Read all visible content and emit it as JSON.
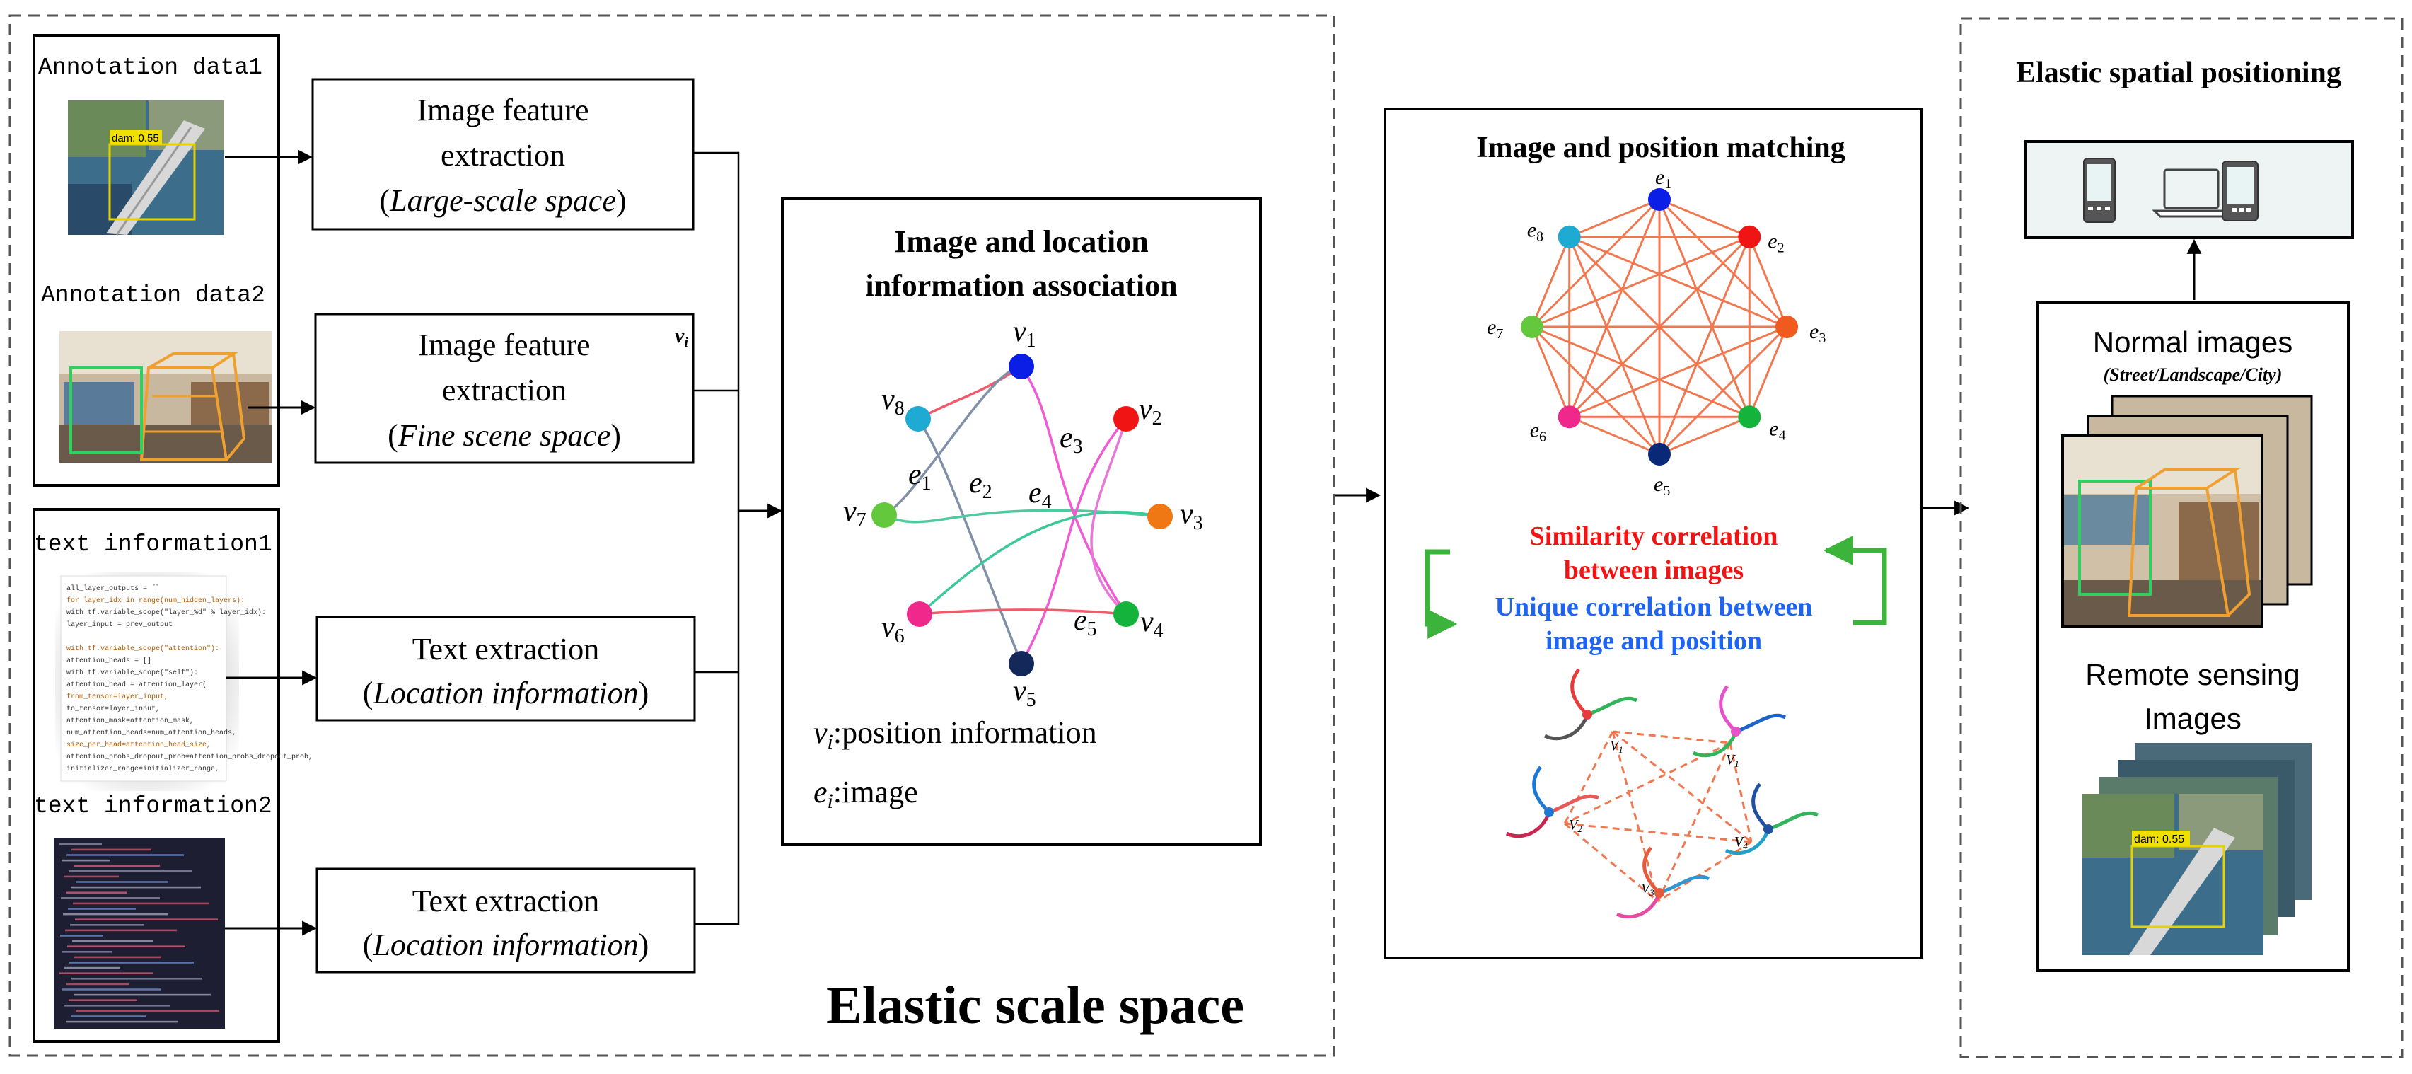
{
  "left_panel": {
    "annotation1": {
      "title": "Annotation data1",
      "badge": "dam: 0.55"
    },
    "annotation2": {
      "title": "Annotation data2"
    },
    "text1": {
      "title": "text information1"
    },
    "text2": {
      "title": "text information2"
    },
    "code_lines": [
      "all_layer_outputs = []",
      "for layer_idx in range(num_hidden_layers):",
      "  with tf.variable_scope(\"layer_%d\" % layer_idx):",
      "    layer_input = prev_output",
      "",
      "    with tf.variable_scope(\"attention\"):",
      "      attention_heads = []",
      "      with tf.variable_scope(\"self\"):",
      "        attention_head = attention_layer(",
      "          from_tensor=layer_input,",
      "          to_tensor=layer_input,",
      "          attention_mask=attention_mask,",
      "          num_attention_heads=num_attention_heads,",
      "          size_per_head=attention_head_size,",
      "          attention_probs_dropout_prob=attention_probs_dropout_prob,",
      "          initializer_range=initializer_range,"
    ]
  },
  "feature_boxes": [
    {
      "line1": "Image feature",
      "line2": "extraction",
      "paren_open": "(",
      "italic": "Large-scale space",
      "paren_close": ")"
    },
    {
      "line1": "Image feature",
      "line2": "extraction",
      "paren_open": "(",
      "italic": "Fine scene space",
      "paren_close": ")"
    },
    {
      "line1": "Text extraction",
      "line2": "",
      "paren_open": "(",
      "italic": "Location information",
      "paren_close": ")"
    },
    {
      "line1": "Text extraction",
      "line2": "",
      "paren_open": "(",
      "italic": "Location information",
      "paren_close": ")"
    }
  ],
  "vi_mark": "v",
  "vi_sub": "i",
  "association": {
    "title_line1": "Image and location",
    "title_line2": "information association",
    "nodes": [
      {
        "label": "v",
        "sub": "1",
        "color": "#0a1ee6"
      },
      {
        "label": "v",
        "sub": "2",
        "color": "#f01414"
      },
      {
        "label": "v",
        "sub": "3",
        "color": "#f07814"
      },
      {
        "label": "v",
        "sub": "4",
        "color": "#14b43c"
      },
      {
        "label": "v",
        "sub": "5",
        "color": "#14285a"
      },
      {
        "label": "v",
        "sub": "6",
        "color": "#f0288c"
      },
      {
        "label": "v",
        "sub": "7",
        "color": "#64c83c"
      },
      {
        "label": "v",
        "sub": "8",
        "color": "#1eaad2"
      }
    ],
    "edge_labels": [
      {
        "label": "e",
        "sub": "1"
      },
      {
        "label": "e",
        "sub": "2"
      },
      {
        "label": "e",
        "sub": "3"
      },
      {
        "label": "e",
        "sub": "4"
      },
      {
        "label": "e",
        "sub": "5"
      }
    ],
    "legend_v_var": "v",
    "legend_v_sub": "i",
    "legend_v_text": ":position information",
    "legend_e_var": "e",
    "legend_e_sub": "i",
    "legend_e_text": ":image"
  },
  "elastic_scale_label": "Elastic scale space",
  "matching": {
    "title": "Image and position matching",
    "nodes": [
      {
        "label": "e",
        "sub": "1",
        "color": "#0a1ee6"
      },
      {
        "label": "e",
        "sub": "2",
        "color": "#f01414"
      },
      {
        "label": "e",
        "sub": "3",
        "color": "#f05a1e"
      },
      {
        "label": "e",
        "sub": "4",
        "color": "#14b43c"
      },
      {
        "label": "e",
        "sub": "5",
        "color": "#0a2878"
      },
      {
        "label": "e",
        "sub": "6",
        "color": "#f0288c"
      },
      {
        "label": "e",
        "sub": "7",
        "color": "#64c83c"
      },
      {
        "label": "e",
        "sub": "8",
        "color": "#1eaad2"
      }
    ],
    "edge_color": "#f07850",
    "similarity_line1": "Similarity correlation",
    "similarity_line2": "between images",
    "similarity_color": "#f01414",
    "unique_line1": "Unique correlation between",
    "unique_line2": "image and position",
    "unique_color": "#1e64f0",
    "bracket_color": "#3cb43c",
    "small_nodes": [
      {
        "label": "V",
        "sub": "1"
      },
      {
        "label": "V",
        "sub": "1"
      },
      {
        "label": "V",
        "sub": "2"
      },
      {
        "label": "V",
        "sub": "4"
      },
      {
        "label": "V",
        "sub": "3"
      }
    ]
  },
  "positioning": {
    "title": "Elastic spatial positioning",
    "normal_title": "Normal images",
    "normal_sub": "(Street/Landscape/City)",
    "remote_line1": "Remote sensing",
    "remote_line2": "Images",
    "badge": "dam: 0.55",
    "device_icons": [
      "phone-icon",
      "laptop-icon",
      "tablet-icon"
    ]
  }
}
